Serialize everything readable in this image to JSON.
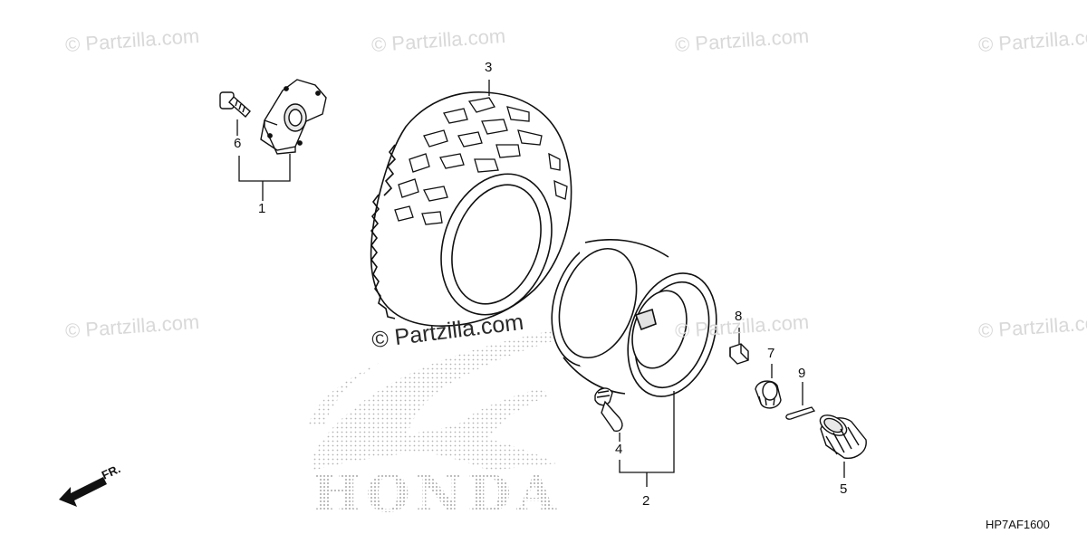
{
  "watermark": "© Partzilla.com",
  "callouts": {
    "c1": "1",
    "c2": "2",
    "c3": "3",
    "c4": "4",
    "c5": "5",
    "c6": "6",
    "c7": "7",
    "c8": "8",
    "c9": "9"
  },
  "direction_label": "FR.",
  "diagram_code": "HP7AF1600",
  "brand_logo_text": "HONDA",
  "colors": {
    "line": "#111111",
    "watermark": "#d9d9d9",
    "dots": "#bdbdbd"
  },
  "parts": {
    "hub": "hub-icon",
    "bolt": "bolt-icon",
    "tire": "tire-icon",
    "rim": "rim-icon",
    "valve": "valve-stem-icon",
    "nut8": "nut-icon",
    "castle_nut": "castle-nut-icon",
    "cotter_pin": "cotter-pin-icon",
    "hub_cap": "hub-cap-icon",
    "arrow": "front-arrow-icon"
  }
}
